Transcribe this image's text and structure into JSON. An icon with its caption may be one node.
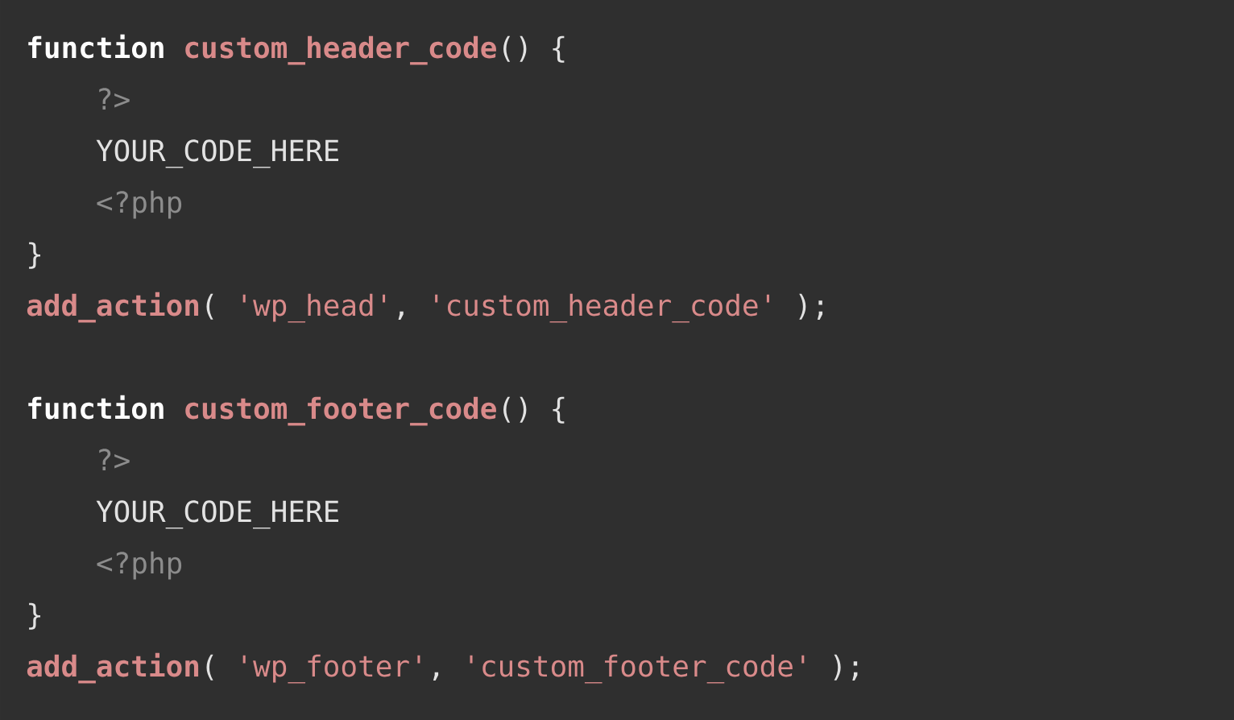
{
  "diagram": {
    "labels": [
      "function",
      "custom_header_code",
      "() {",
      "?>",
      "YOUR_CODE_HERE",
      "<?php",
      "}",
      "add_action",
      "(",
      "'wp_head'",
      ",",
      "'custom_header_code'",
      ");",
      "function",
      "custom_footer_code",
      "() {",
      "?>",
      "YOUR_CODE_HERE",
      "<?php",
      "}",
      "add_action",
      "(",
      "'wp_footer'",
      ",",
      "'custom_footer_code'",
      ");"
    ]
  }
}
